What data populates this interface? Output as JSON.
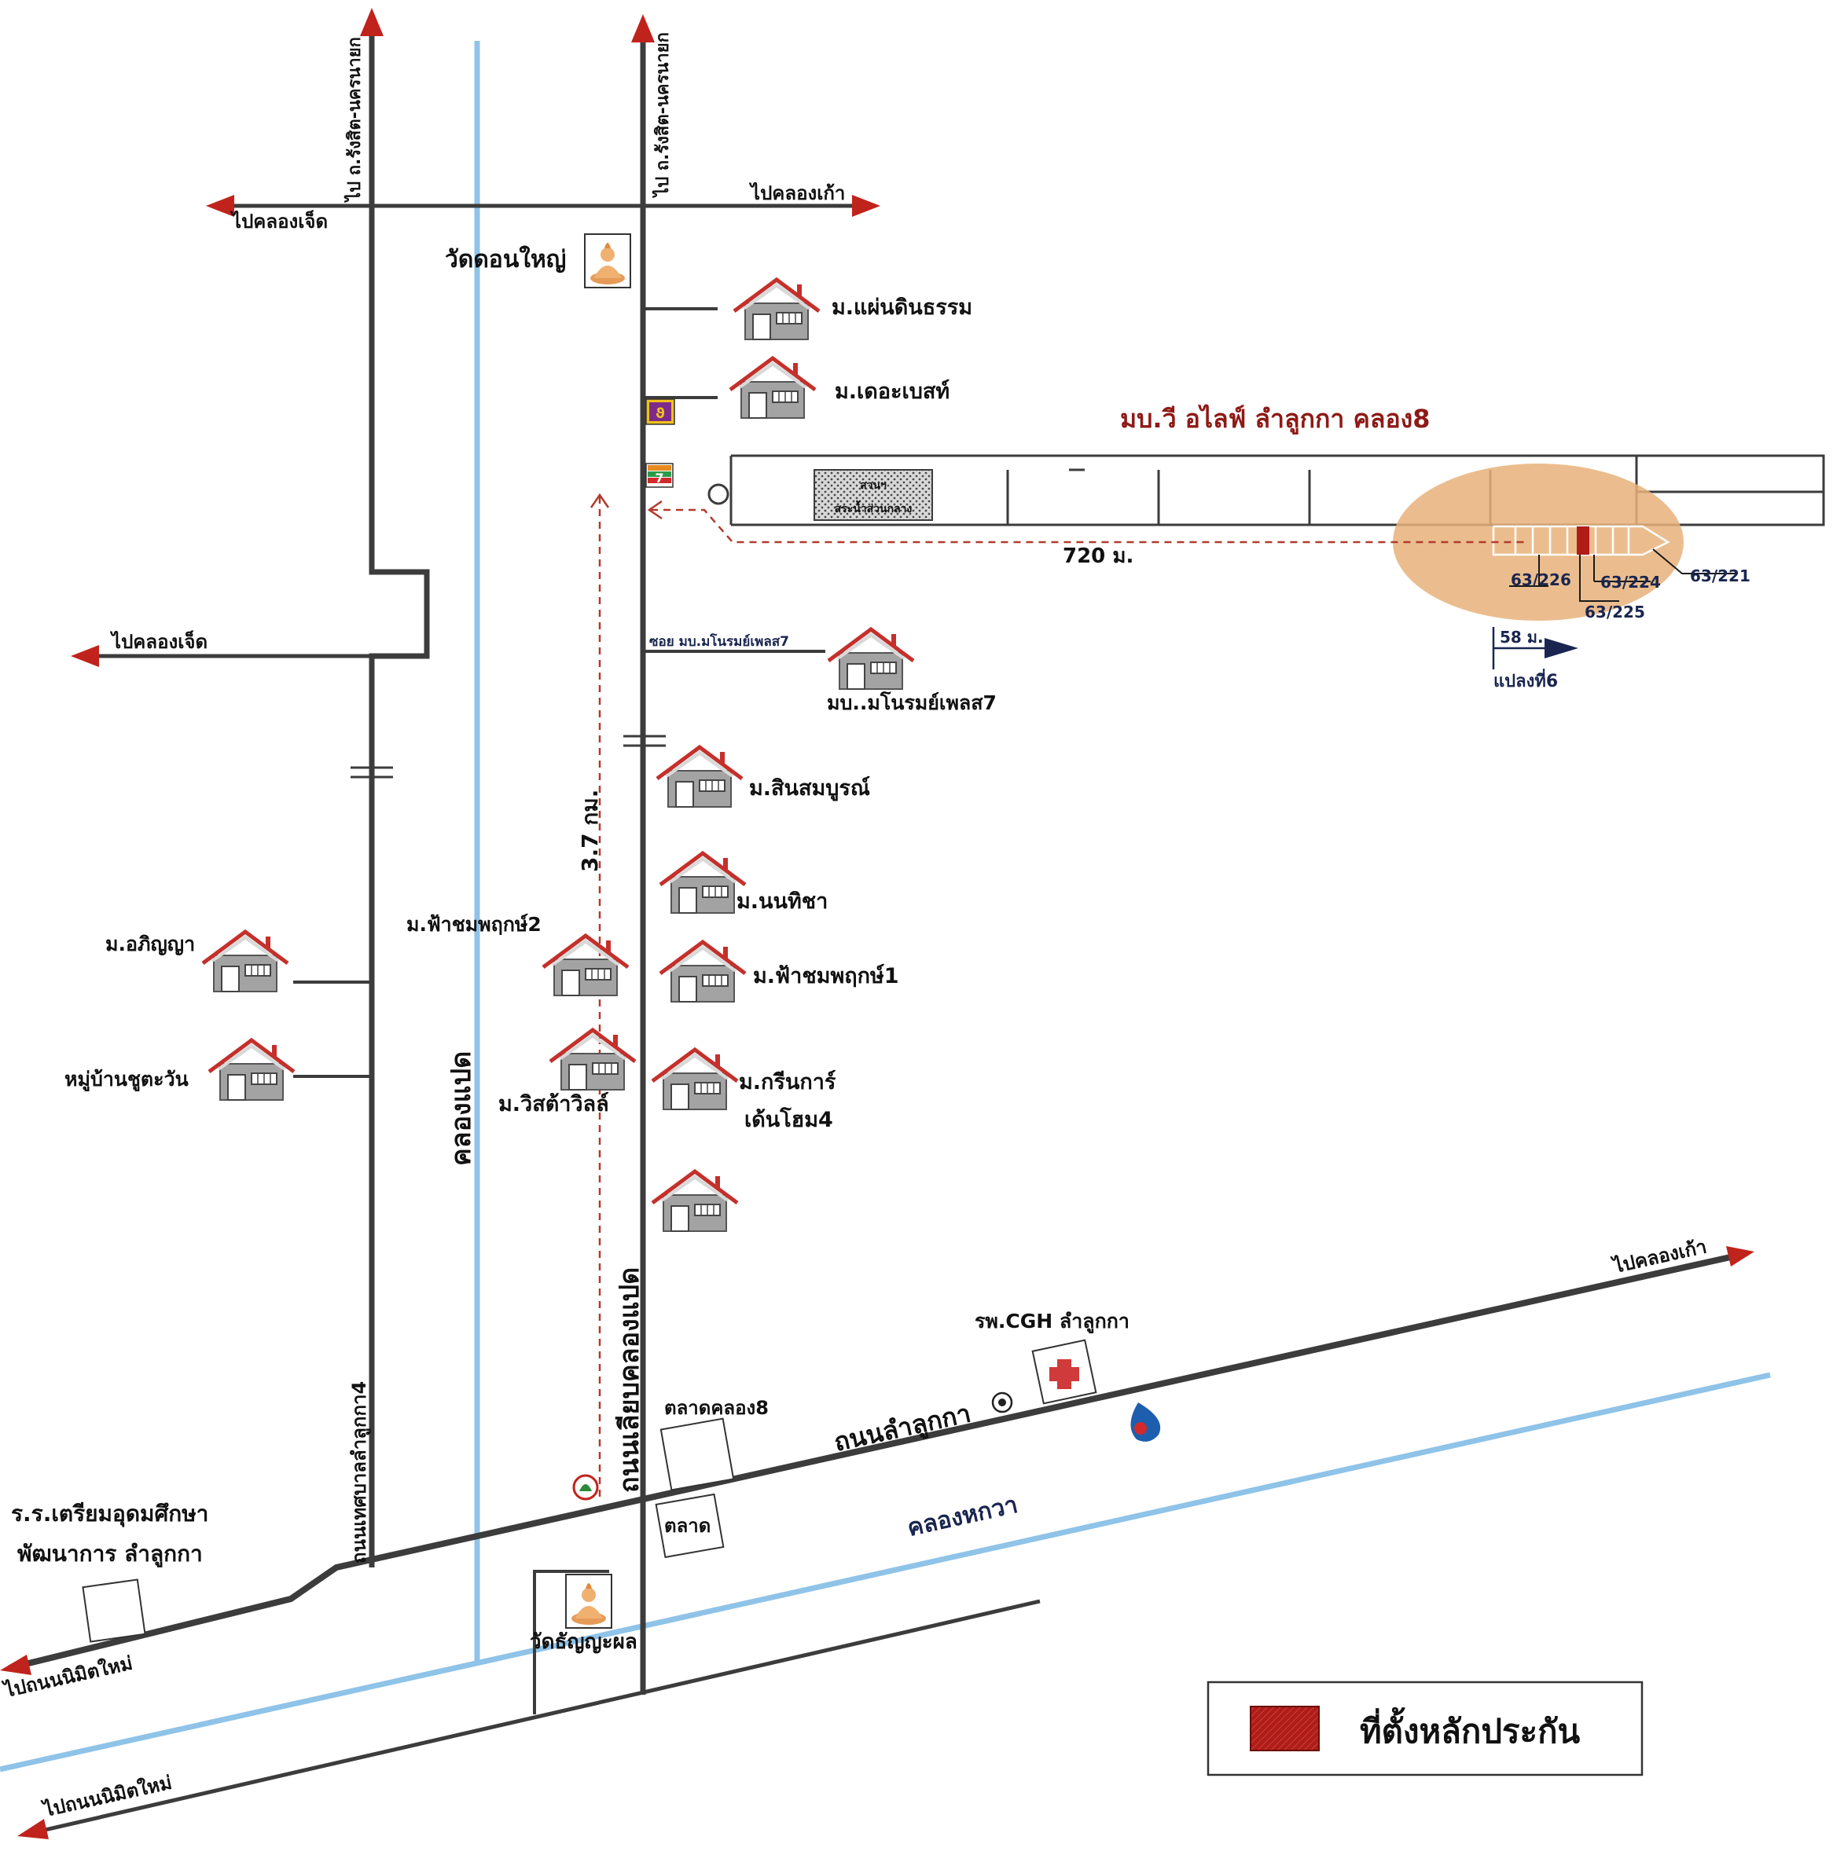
{
  "title": "มบ.วี อไลฟ์ ลำลูกกา คลอง8",
  "colors": {
    "road": "#3c3c3c",
    "canal": "#8fc3e8",
    "arrow": "#c0231c",
    "house_roof": "#c4302b",
    "house_wall": "#9a9a9a",
    "highlight": "#e8b27a",
    "collateral": "#b01c18",
    "distance": "#b23a2e",
    "navy": "#1a2650"
  },
  "directions": {
    "top_left_north": "ไป ถ.รังสิต-นครนายก",
    "top_right_north": "ไป ถ.รังสิต-นครนายก",
    "west_upper": "ไปคลองเจ็ด",
    "east_upper": "ไปคลองเก้า",
    "west_middle": "ไปคลองเจ็ด",
    "east_lower": "ไปคลองเก้า",
    "west_lower": "ไปถนนนิมิตใหม่",
    "west_bottom": "ไปถนนนิมิตใหม่"
  },
  "roads": {
    "main_vertical": "ถนนเลียบคลองแปด",
    "left_vertical": "ถนนเทศบาลลำลูกกา4",
    "diagonal": "ถนนลำลูกกา",
    "soi": "ซอย มบ.มโนรมย์เพลส7"
  },
  "canals": {
    "vertical": "คลองแปด",
    "diagonal": "คลองหกวา"
  },
  "landmarks": {
    "temple_top": "วัดดอนใหญ่",
    "temple_bottom": "วัดธัญญะผล",
    "market_8": "ตลาดคลอง8",
    "market": "ตลาด",
    "hospital": "รพ.CGH ลำลูกกา",
    "school_line1": "ร.ร.เตรียมอุดมศึกษา",
    "school_line2": "พัฒนาการ ลำลูกกา",
    "park_line1": "สวนฯ",
    "park_line2": "สระน้ำส่วนกลาง"
  },
  "villages": {
    "v1": "ม.แผ่นดินธรรม",
    "v2": "ม.เดอะเบสท์",
    "v3": "มบ..มโนรมย์เพลส7",
    "v4": "ม.สินสมบูรณ์",
    "v5": "ม.นนทิชา",
    "v6": "ม.ฟ้าชมพฤกษ์1",
    "v7": "ม.ฟ้าชมพฤกษ์2",
    "v8": "ม.อภิญญา",
    "v9": "หมู่บ้านชูตะวัน",
    "v10": "ม.วิสต้าวิลล์",
    "v11_line1": "ม.กรีนการ์",
    "v11_line2": "เด้นโฮม4"
  },
  "distances": {
    "vertical": "3.7 กม.",
    "horizontal": "720 ม.",
    "plot": "58 ม."
  },
  "plots": {
    "p226": "63/226",
    "p224": "63/224",
    "p225": "63/225",
    "p221": "63/221",
    "plot_no": "แปลงที่6"
  },
  "legend": {
    "label": "ที่ตั้งหลักประกัน"
  }
}
